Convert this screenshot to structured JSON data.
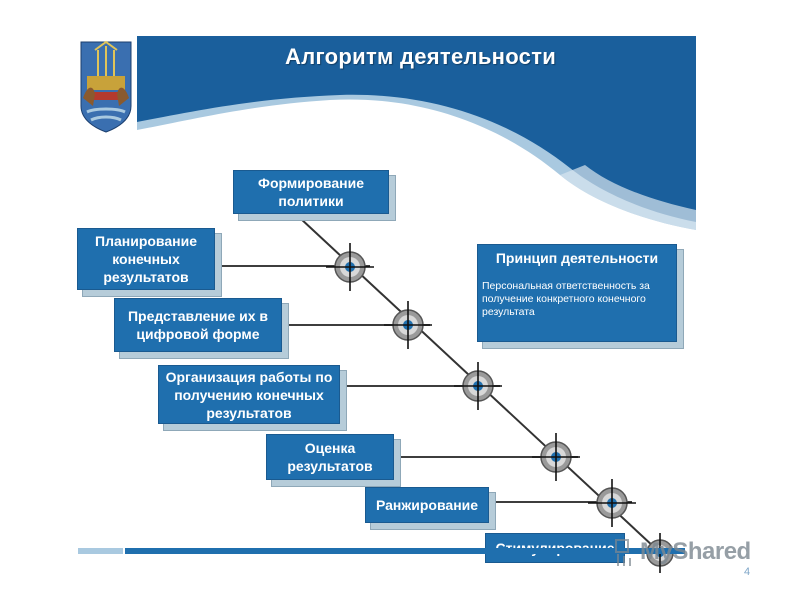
{
  "slide": {
    "title": "Алгоритм деятельности",
    "page_number": "4",
    "watermark": "MyShared"
  },
  "steps": [
    {
      "id": "policy",
      "lines": [
        "Формирование",
        "политики"
      ]
    },
    {
      "id": "planning",
      "lines": [
        "Планирование",
        "конечных",
        "результатов"
      ]
    },
    {
      "id": "digital",
      "lines": [
        "Представление их в",
        "цифровой форме"
      ]
    },
    {
      "id": "organization",
      "lines": [
        "Организация работы по",
        "получению конечных",
        "результатов"
      ]
    },
    {
      "id": "evaluation",
      "lines": [
        "Оценка",
        "результатов"
      ]
    },
    {
      "id": "ranking",
      "lines": [
        "Ранжирование"
      ]
    },
    {
      "id": "stimulation",
      "lines": [
        "Стимулирование"
      ]
    }
  ],
  "principle": {
    "heading": "Принцип деятельности",
    "text": "Персональная ответственность за получение конкретного конечного результата"
  },
  "colors": {
    "primary_blue": "#1f6fae",
    "banner_dark": "#1a5f9c",
    "banner_light": "#a9c9e0",
    "shadow": "#b6ccd9"
  }
}
